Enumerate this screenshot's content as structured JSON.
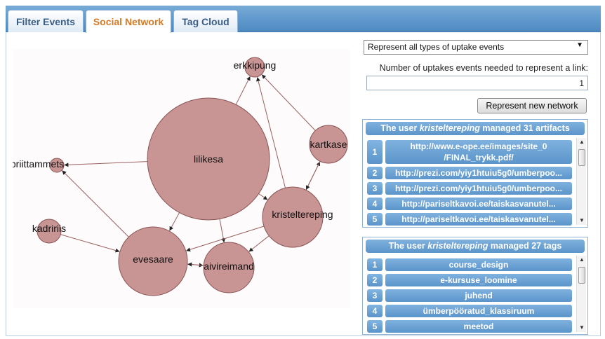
{
  "tabs": [
    {
      "label": "Filter Events",
      "active": false
    },
    {
      "label": "Social Network",
      "active": true
    },
    {
      "label": "Tag Cloud",
      "active": false
    }
  ],
  "controls": {
    "event_type_select": "Represent all types of uptake events",
    "threshold_label": "Number of uptakes events needed to represent a link:",
    "threshold_value": "1",
    "represent_button": "Represent new network"
  },
  "artifacts_panel": {
    "prefix": "The user ",
    "user": "kristeltereping",
    "suffix": " managed 31 artifacts",
    "items": [
      {
        "num": "1",
        "text": "http://www.e-ope.ee/images/site_0\n/FINAL_trykk.pdf/"
      },
      {
        "num": "2",
        "text": "http://prezi.com/yiy1htuiu5g0/umberpoo..."
      },
      {
        "num": "3",
        "text": "http://prezi.com/yiy1htuiu5g0/umberpoo..."
      },
      {
        "num": "4",
        "text": "http://pariseltkavoi.ee/taiskasvanutel..."
      },
      {
        "num": "5",
        "text": "http://pariseltkavoi.ee/taiskasvanutel..."
      }
    ]
  },
  "tags_panel": {
    "prefix": "The user ",
    "user": "kristeltereping",
    "suffix": " managed 27 tags",
    "items": [
      {
        "num": "1",
        "text": "course_design"
      },
      {
        "num": "2",
        "text": "e-kursuse_loomine"
      },
      {
        "num": "3",
        "text": "juhend"
      },
      {
        "num": "4",
        "text": "ümberpööratud_klassiruum"
      },
      {
        "num": "5",
        "text": "meetod"
      }
    ]
  },
  "network": {
    "nodes": [
      "erkkipung",
      "lilikesa",
      "kartkase",
      "priittammets",
      "kristeltereping",
      "kadririis",
      "evesaare",
      "aivireimand"
    ],
    "edges": [
      [
        "lilikesa",
        "erkkipung"
      ],
      [
        "kartkase",
        "erkkipung"
      ],
      [
        "lilikesa",
        "priittammets"
      ],
      [
        "lilikesa",
        "evesaare"
      ],
      [
        "lilikesa",
        "aivireimand"
      ],
      [
        "lilikesa",
        "kristeltereping"
      ],
      [
        "kristeltereping",
        "kartkase"
      ],
      [
        "kartkase",
        "kristeltereping"
      ],
      [
        "kristeltereping",
        "evesaare"
      ],
      [
        "kristeltereping",
        "aivireimand"
      ],
      [
        "kristeltereping",
        "erkkipung"
      ],
      [
        "kadririis",
        "evesaare"
      ],
      [
        "evesaare",
        "priittammets"
      ],
      [
        "evesaare",
        "aivireimand"
      ],
      [
        "aivireimand",
        "evesaare"
      ]
    ]
  },
  "colors": {
    "node_fill": "#c99494",
    "tab_active_text": "#d87a24",
    "accent_blue": "#5b95cb"
  }
}
